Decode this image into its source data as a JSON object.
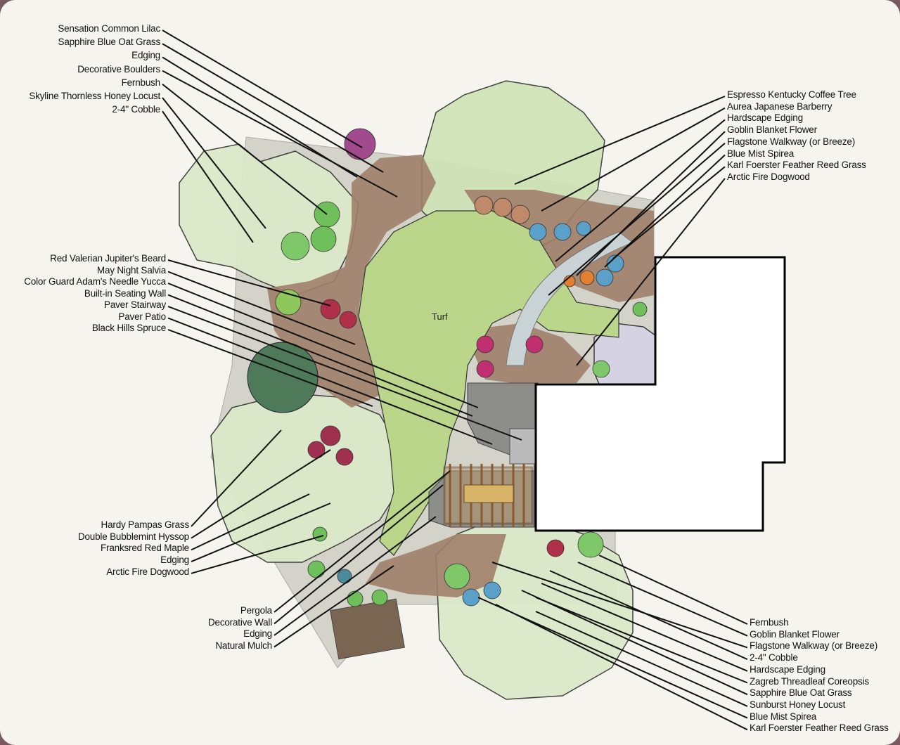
{
  "labels": {
    "left_top": [
      "Sensation Common Lilac",
      "Sapphire Blue Oat Grass",
      "Edging",
      "Decorative Boulders",
      "Fernbush",
      "Skyline Thornless Honey Locust",
      "2-4\" Cobble"
    ],
    "left_middle": [
      "Red Valerian Jupiter's Beard",
      "May Night Salvia",
      "Color Guard Adam's Needle Yucca",
      "Built-in Seating Wall",
      "Paver Stairway",
      "Paver Patio",
      "Black Hills Spruce"
    ],
    "left_bottom": [
      "Hardy Pampas Grass",
      "Double Bubblemint Hyssop",
      "Franksred Red Maple",
      "Edging",
      "Arctic Fire Dogwood"
    ],
    "bottom_center": [
      "Pergola",
      "Decorative Wall",
      "Edging",
      "Natural Mulch"
    ],
    "right_top": [
      "Espresso Kentucky Coffee Tree",
      "Aurea Japanese Barberry",
      "Hardscape Edging",
      "Goblin Blanket Flower",
      "Flagstone Walkway (or Breeze)",
      "Blue Mist Spirea",
      "Karl Foerster Feather Reed Grass",
      "Arctic Fire Dogwood"
    ],
    "right_bottom": [
      "Fernbush",
      "Goblin Blanket Flower",
      "Flagstone Walkway (or Breeze)",
      "2-4\" Cobble",
      "Hardscape Edging",
      "Zagreb Threadleaf Coreopsis",
      "Sapphire Blue Oat Grass",
      "Sunburst Honey Locust",
      "Blue Mist Spirea",
      "Karl Foerster Feather Reed Grass"
    ]
  },
  "areas": {
    "turf": "Turf"
  },
  "colors": {
    "background": "#f6f4ef",
    "turf": "#b9d68a",
    "mulch": "#9a7a5e",
    "canopy": "#d9e8c8",
    "gravel": "#cfcfc6",
    "house": "#ffffff",
    "path": "#c9d3d6",
    "paver": "#8d8d8a"
  }
}
